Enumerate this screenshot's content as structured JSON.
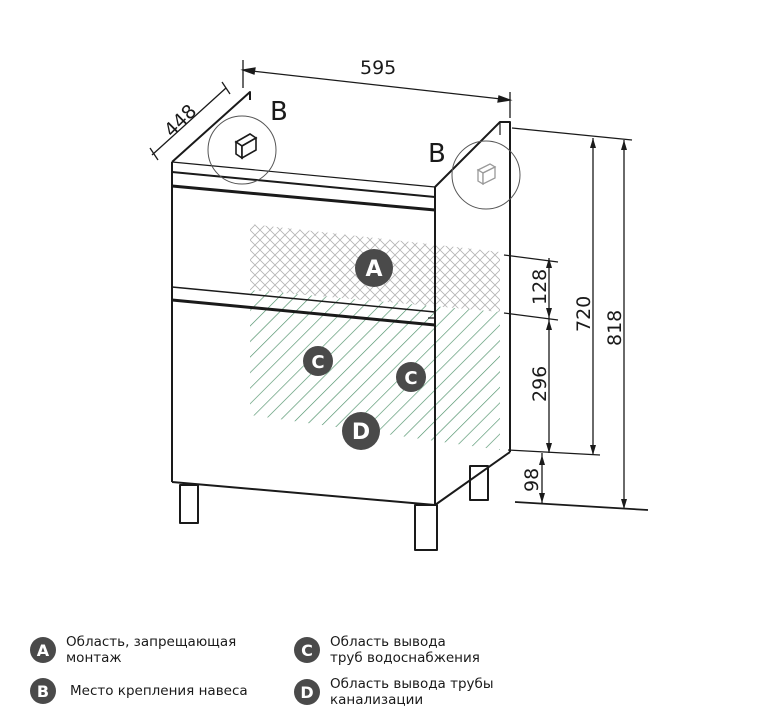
{
  "dimensions": {
    "width": "595",
    "depth": "448",
    "zone_a_height": "128",
    "zone_c_height": "296",
    "leg_height": "98",
    "top_height": "720",
    "total_height": "818"
  },
  "markers": {
    "hinge_left": "B",
    "hinge_right": "B",
    "zone_a": "A",
    "zone_c_left": "C",
    "zone_c_right": "C",
    "zone_d": "D"
  },
  "legend": {
    "a": {
      "badge": "A",
      "text": "Область, запрещающая\nмонтаж"
    },
    "b": {
      "badge": "B",
      "text": "Место крепления навеса"
    },
    "c": {
      "badge": "C",
      "text": "Область вывода\nтруб водоснабжения"
    },
    "d": {
      "badge": "D",
      "text": "Область вывода трубы\nканализации"
    }
  },
  "colors": {
    "line": "#1a1a1a",
    "badge": "#4a4a4a",
    "hatch_a": "#9a9a9a",
    "hatch_cd": "#2e7d4f"
  }
}
